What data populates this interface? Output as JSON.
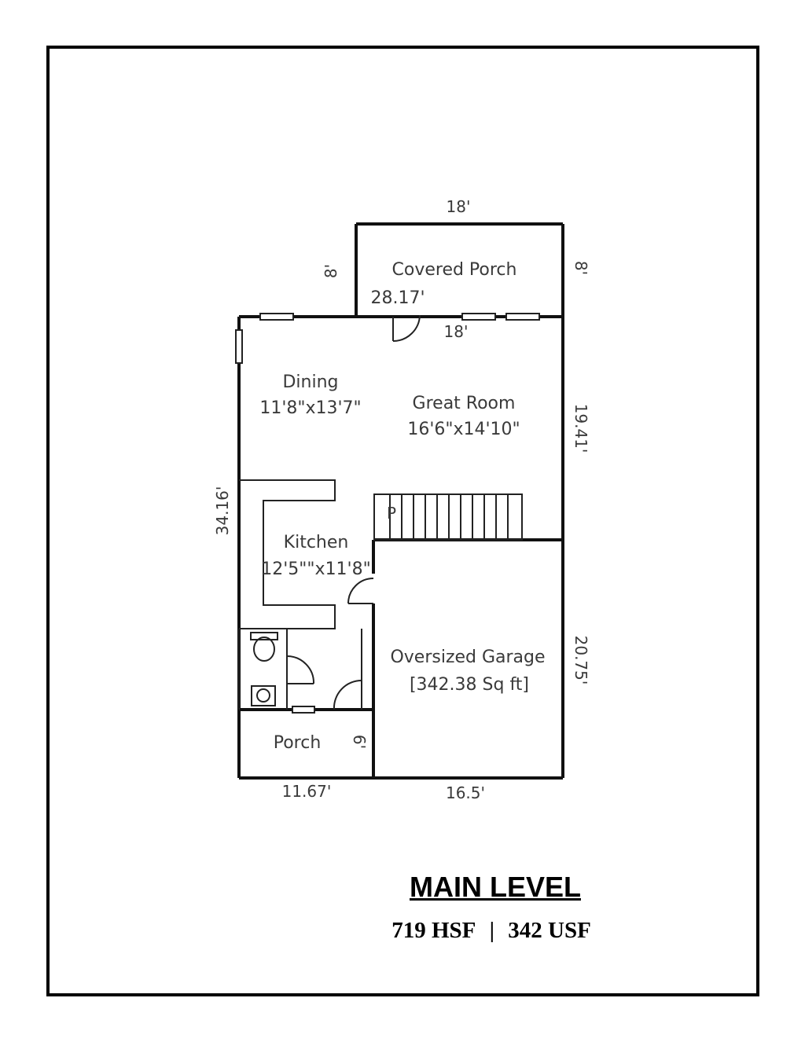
{
  "plan": {
    "rooms": {
      "covered_porch": {
        "name": "Covered Porch",
        "dim": "28.17'"
      },
      "dining": {
        "name": "Dining",
        "dim": "11'8\"x13'7\""
      },
      "great_room": {
        "name": "Great Room",
        "dim": "16'6\"x14'10\""
      },
      "kitchen": {
        "name": "Kitchen",
        "dim": "12'5\"\"x11'8\""
      },
      "garage": {
        "name": "Oversized Garage",
        "dim": "[342.38 Sq ft]"
      },
      "porch": {
        "name": "Porch",
        "dim": "6'"
      },
      "pantry": {
        "name": "P"
      }
    },
    "dimensions": {
      "porch_top": "18'",
      "porch_left": "8'",
      "porch_right": "8'",
      "porch_bottom": "18'",
      "right_upper": "19.41'",
      "left": "34.16'",
      "right_lower": "20.75'",
      "bottom_left": "11.67'",
      "bottom_right": "16.5'"
    }
  },
  "footer": {
    "title": "MAIN LEVEL",
    "hsf": "719 HSF",
    "separator": "|",
    "usf": "342 USF"
  }
}
